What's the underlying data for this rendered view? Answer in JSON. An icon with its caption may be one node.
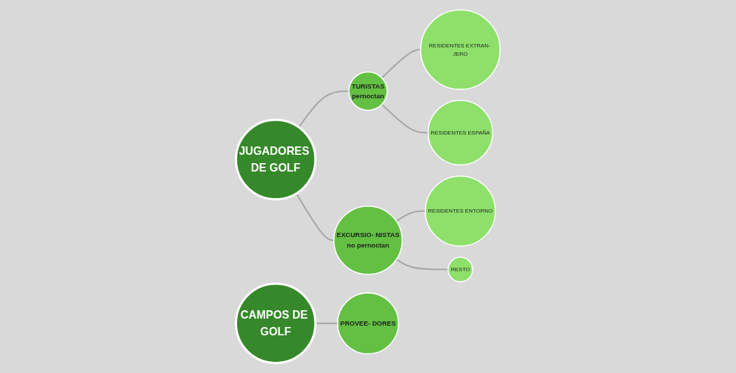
{
  "diagram": {
    "nodes": [
      {
        "text": [
          "JUGADORES DE GOLF"
        ]
      },
      {
        "text": [
          "TURISTAS",
          "pernoctan"
        ]
      },
      {
        "text": [
          "RESIDENTES EXTRAN- JERO"
        ]
      },
      {
        "text": [
          "RESIDENTES ESPAÑA"
        ]
      },
      {
        "text": [
          "EXCURSIO- NISTAS",
          "no pernoctan"
        ]
      },
      {
        "text": [
          "RESIDENTES ENTORNO"
        ]
      },
      {
        "text": [
          "RESTO"
        ]
      },
      {
        "text": [
          "CAMPOS DE GOLF"
        ]
      },
      {
        "text": [
          "PROVEE- DORES"
        ]
      }
    ],
    "edges": [
      {
        "from": 0,
        "to": 1,
        "arrow": "none"
      },
      {
        "from": 1,
        "to": 2,
        "arrow": "none"
      },
      {
        "from": 1,
        "to": 3,
        "arrow": "none"
      },
      {
        "from": 0,
        "to": 4,
        "arrow": "none"
      },
      {
        "from": 4,
        "to": 5,
        "arrow": "none"
      },
      {
        "from": 4,
        "to": 6,
        "arrow": "none"
      },
      {
        "from": 7,
        "to": 8,
        "arrow": "none"
      }
    ]
  }
}
